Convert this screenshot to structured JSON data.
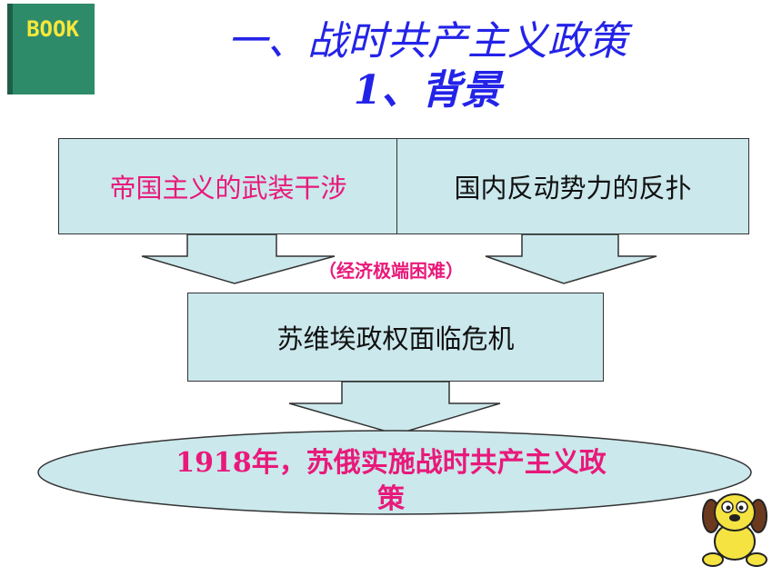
{
  "title": {
    "line1": "一、战时共产主义政策",
    "line2": "1、背景"
  },
  "book_icon": {
    "label": "BOOK",
    "color_cover": "#2e8b6a",
    "color_text": "#f7e73a"
  },
  "diagram": {
    "box_left": "帝国主义的武装干涉",
    "box_right": "国内反动势力的反扑",
    "note": "（经济极端困难）",
    "box_middle": "苏维埃政权面临危机",
    "result_line1": "1918年，苏俄实施战时共产主义政",
    "result_line2": "策"
  },
  "colors": {
    "box_fill": "#cbe8ec",
    "title": "#2323e8",
    "highlight": "#e8197a"
  }
}
